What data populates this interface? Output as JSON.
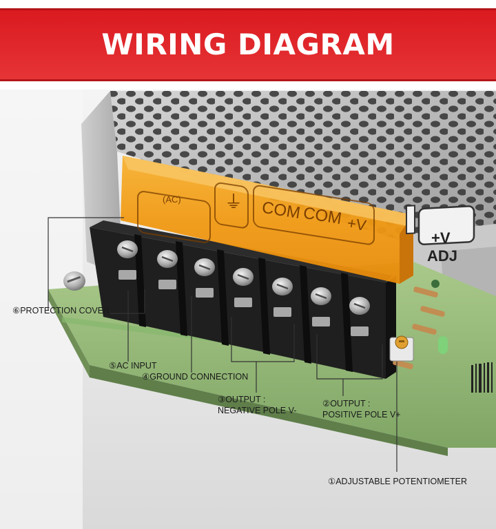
{
  "title": "WIRING DIAGRAM",
  "colors": {
    "banner": "#e3262a",
    "banner_dark": "#b5141a",
    "leader": "#333333",
    "terminal_cover": "#f5a21d"
  },
  "terminal_markings": {
    "ac": "(AC)",
    "ground": "⏚",
    "com1": "COM",
    "com2": "COM",
    "pos": "+V",
    "adj_top": "+V",
    "adj_bottom": "ADJ"
  },
  "callouts": {
    "protection_cover": "⑥PROTECTION COVER",
    "ac_input": "⑤AC INPUT",
    "ground_connection": "④GROUND CONNECTION",
    "output_negative_1": "③OUTPUT :",
    "output_negative_2": "NEGATIVE POLE V-",
    "output_positive_1": "②OUTPUT :",
    "output_positive_2": "POSITIVE POLE V+",
    "potentiometer": "①ADJUSTABLE POTENTIOMETER"
  }
}
